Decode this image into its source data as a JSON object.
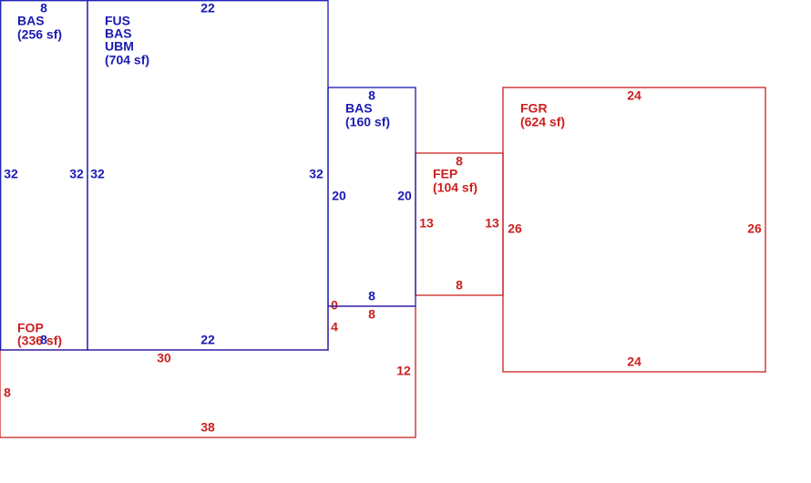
{
  "colors": {
    "living": "#1a1ab4",
    "nonliving": "#cc1f1f",
    "background": "#ffffff"
  },
  "rooms": {
    "bas_256": {
      "lines": [
        "BAS",
        "(256 sf)"
      ],
      "dims": {
        "top": "8",
        "left": "32",
        "right": "32",
        "bottom": "8"
      }
    },
    "fus_704": {
      "lines": [
        "FUS",
        "BAS",
        "UBM",
        "(704 sf)"
      ],
      "dims": {
        "top": "22",
        "left": "32",
        "right": "32",
        "bottom": "22"
      }
    },
    "bas_160": {
      "lines": [
        "BAS",
        "(160 sf)"
      ],
      "dims": {
        "top": "8",
        "left": "20",
        "right": "20",
        "bottom": "8"
      }
    },
    "fep_104": {
      "lines": [
        "FEP",
        "(104 sf)"
      ],
      "dims": {
        "top": "8",
        "left": "13",
        "right": "13",
        "bottom": "8"
      }
    },
    "fgr_624": {
      "lines": [
        "FGR",
        "(624 sf)"
      ],
      "dims": {
        "top": "24",
        "left": "26",
        "right": "26",
        "bottom": "24"
      }
    },
    "fop_336": {
      "lines": [
        "FOP",
        "(336 sf)"
      ],
      "dims": {
        "top_left": "30",
        "step_zero": "0",
        "step_rise": "4",
        "top_right": "8",
        "right": "12",
        "left": "8",
        "bottom": "38"
      }
    }
  }
}
